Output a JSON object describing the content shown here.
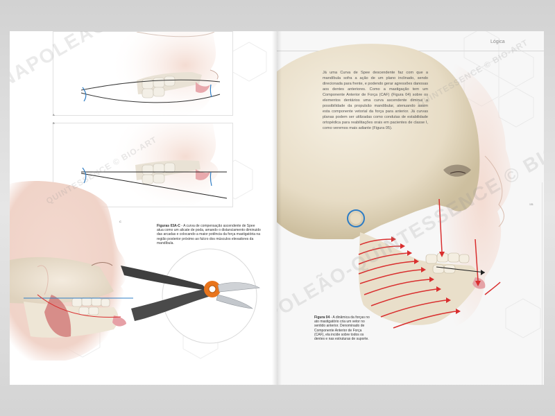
{
  "header": {
    "section": "Lógica"
  },
  "page_number": "131",
  "panels": [
    "A",
    "B",
    "C"
  ],
  "left_caption": {
    "label": "Figuras 03A-C",
    "text": " - A curva de compensação ascendente de Spee atua como um alicate de poda, amando o distanciamento diminuido das arcadas e colocando a maior potência da força mastigatória na região posterior próximo ao fulcro dos músculos elevadores da mandíbula."
  },
  "right_body": "Já uma Curva de Spee descendente faz com que a mandíbula sofra a ação de um plano inclinado, sendo direcionada para frente, e podendo gerar agressões danosas aos dentes anteriores. Como a mastigação tem um Componente Anterior de Força (CAF) (Figura 04) sobre os elementos dentários uma curva ascendente diminui a possibilidade da propulsão mandibular, atenuando assim esta componente vetorial da força para anterior. Já curvas planas podem ser utilizadas como condutas de estabilidade ortopédica para reabilitações orais em pacientes de classe I, como veremos mais adiante (Figura 05).",
  "right_caption": {
    "label": "Figura 04",
    "text": " - A dinâmica da forças no ato mastigatório cria um vetor no sentido anterior. Denominado de Componente Anterior de Força (CAF), ela incide sobre todos os dentes e nas estruturas de suporte."
  },
  "watermarks": [
    "NAPOLEÃO-QUINTESSENCE © BIO-ART",
    "QUINTESSENCE © BIO-ART"
  ],
  "colors": {
    "force_arrow": "#d92e2e",
    "occlusal_line": "#2d7cc4",
    "bone": "#ece3d0",
    "skin": "#f1d1c6",
    "tool_orange": "#e8741c"
  }
}
